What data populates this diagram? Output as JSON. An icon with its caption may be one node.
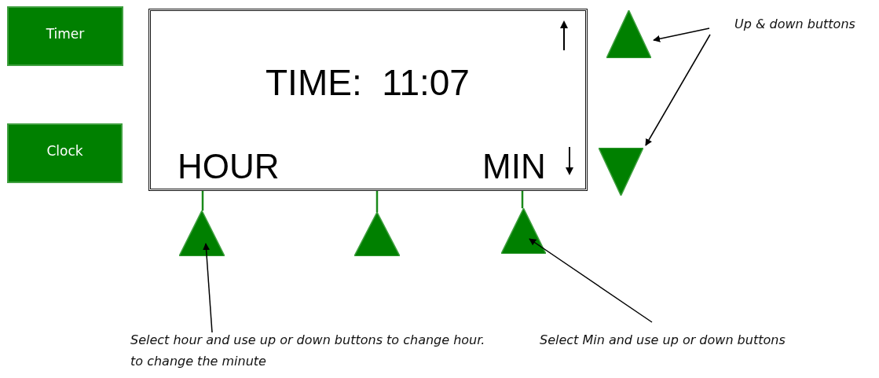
{
  "diagram": {
    "nodes": [
      {
        "text": [
          "Timer"
        ]
      },
      {
        "text": [
          "Clock"
        ]
      },
      {
        "text": [
          "TIME:  11:07",
          "HOUR",
          "MIN"
        ]
      },
      {
        "text": [],
        "shape": "triangle"
      },
      {
        "text": [],
        "shape": "triangle"
      },
      {
        "text": [],
        "shape": "triangle"
      },
      {
        "text": [],
        "shape": "triangle"
      },
      {
        "text": [],
        "shape": "triangle"
      },
      {
        "text": [
          "Up & down buttons"
        ]
      },
      {
        "text": [
          "Select hour and use up or down buttons to change hour."
        ]
      },
      {
        "text": [
          "Select Min and use up or down buttons"
        ]
      }
    ],
    "edges": [
      {
        "from": 8,
        "to": 3,
        "arrow": "to"
      },
      {
        "from": 8,
        "to": 4,
        "arrow": "to"
      },
      {
        "from": 2,
        "to": 5,
        "arrow": "none",
        "color": "#1a8a1a"
      },
      {
        "from": 2,
        "to": 6,
        "arrow": "none",
        "color": "#1a8a1a"
      },
      {
        "from": 2,
        "to": 7,
        "arrow": "none",
        "color": "#1a8a1a"
      },
      {
        "from": 9,
        "to": 5,
        "arrow": "to"
      },
      {
        "from": 10,
        "to": 7,
        "arrow": "to"
      }
    ],
    "labels": [
      "to change the minute"
    ]
  }
}
